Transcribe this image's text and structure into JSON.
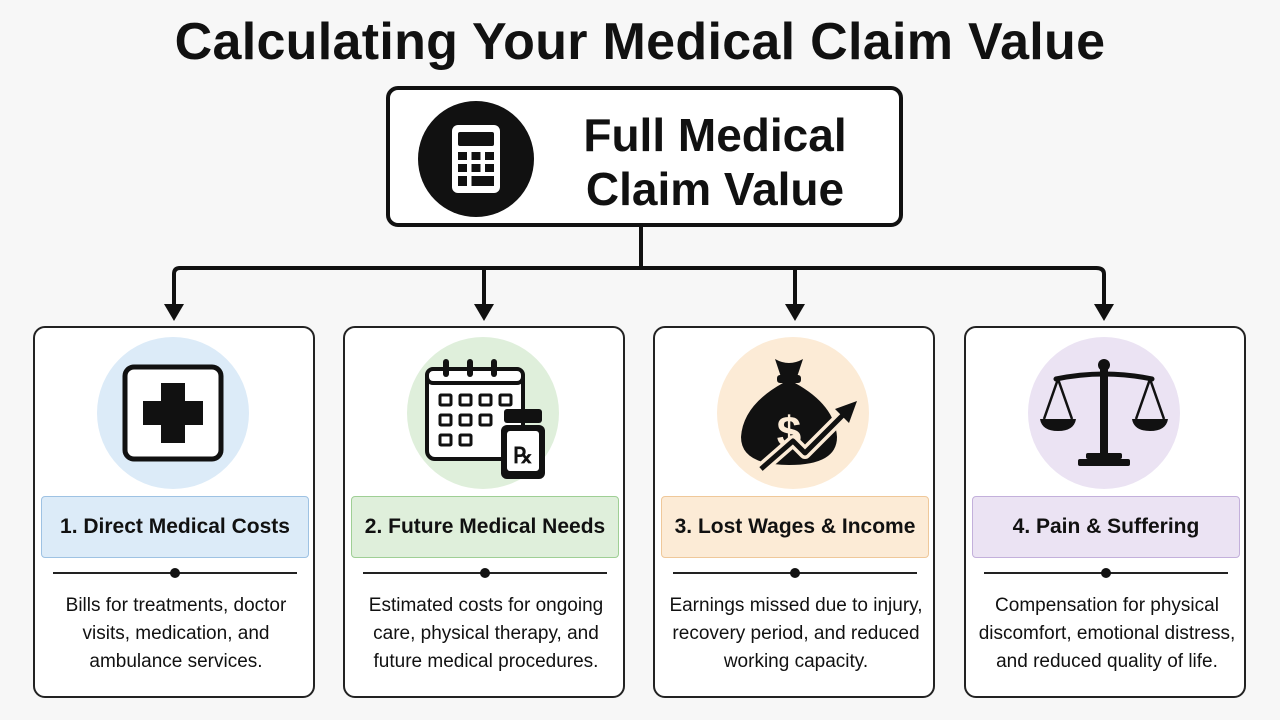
{
  "title": "Calculating Your Medical Claim Value",
  "root": {
    "label_line1": "Full Medical",
    "label_line2": "Claim Value",
    "icon": "calculator-icon"
  },
  "cards": [
    {
      "label": "1. Direct Medical Costs",
      "description": "Bills for treatments, doctor visits, medication, and ambulance services.",
      "icon": "medical-cross-icon",
      "circle_color": "#dcebf8",
      "label_bg": "#dcebf8",
      "label_border": "#9ec2e3"
    },
    {
      "label": "2. Future Medical Needs",
      "description": "Estimated costs for ongoing care, physical therapy, and future medical procedures.",
      "icon": "calendar-prescription-icon",
      "circle_color": "#dfefdb",
      "label_bg": "#dfefdb",
      "label_border": "#9fcf95"
    },
    {
      "label": "3. Lost Wages & Income",
      "description": "Earnings missed due to injury, recovery period, and reduced working capacity.",
      "icon": "money-bag-growth-icon",
      "circle_color": "#fcebd6",
      "label_bg": "#fcebd6",
      "label_border": "#efc89a"
    },
    {
      "label": "4. Pain & Suffering",
      "description": "Compensation for physical discomfort, emotional distress, and reduced quality of life.",
      "icon": "scales-of-justice-icon",
      "circle_color": "#ebe3f3",
      "label_bg": "#ebe3f3",
      "label_border": "#c3b0db"
    }
  ]
}
